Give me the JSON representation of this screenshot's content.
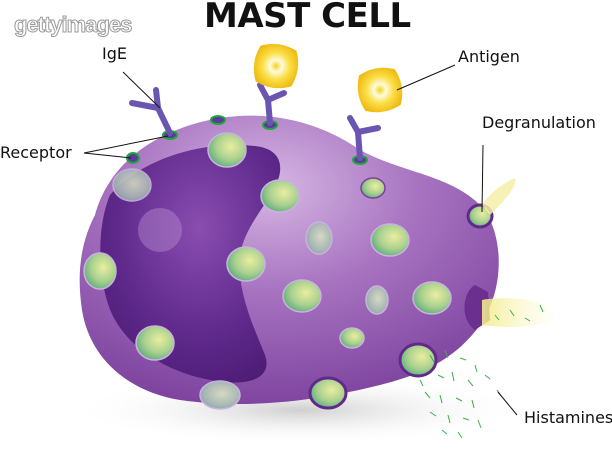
{
  "title": "MAST CELL",
  "watermark": "gettyimages",
  "labels": {
    "ige": "IgE",
    "receptor": "Receptor",
    "antigen": "Antigen",
    "degranulation": "Degranulation",
    "histamines": "Histamines"
  },
  "colors": {
    "cell_body": "#9a5fb4",
    "cell_highlight": "#c9a3d9",
    "nucleus": "#5b2585",
    "granule": "#7fbf8f",
    "granule_core": "#e4ec9c",
    "antibody": "#6a55b0",
    "receptor_ring": "#1fa83a",
    "antigen": "#f5c518",
    "histamine": "#3fae4a",
    "leader_line": "#111111"
  }
}
